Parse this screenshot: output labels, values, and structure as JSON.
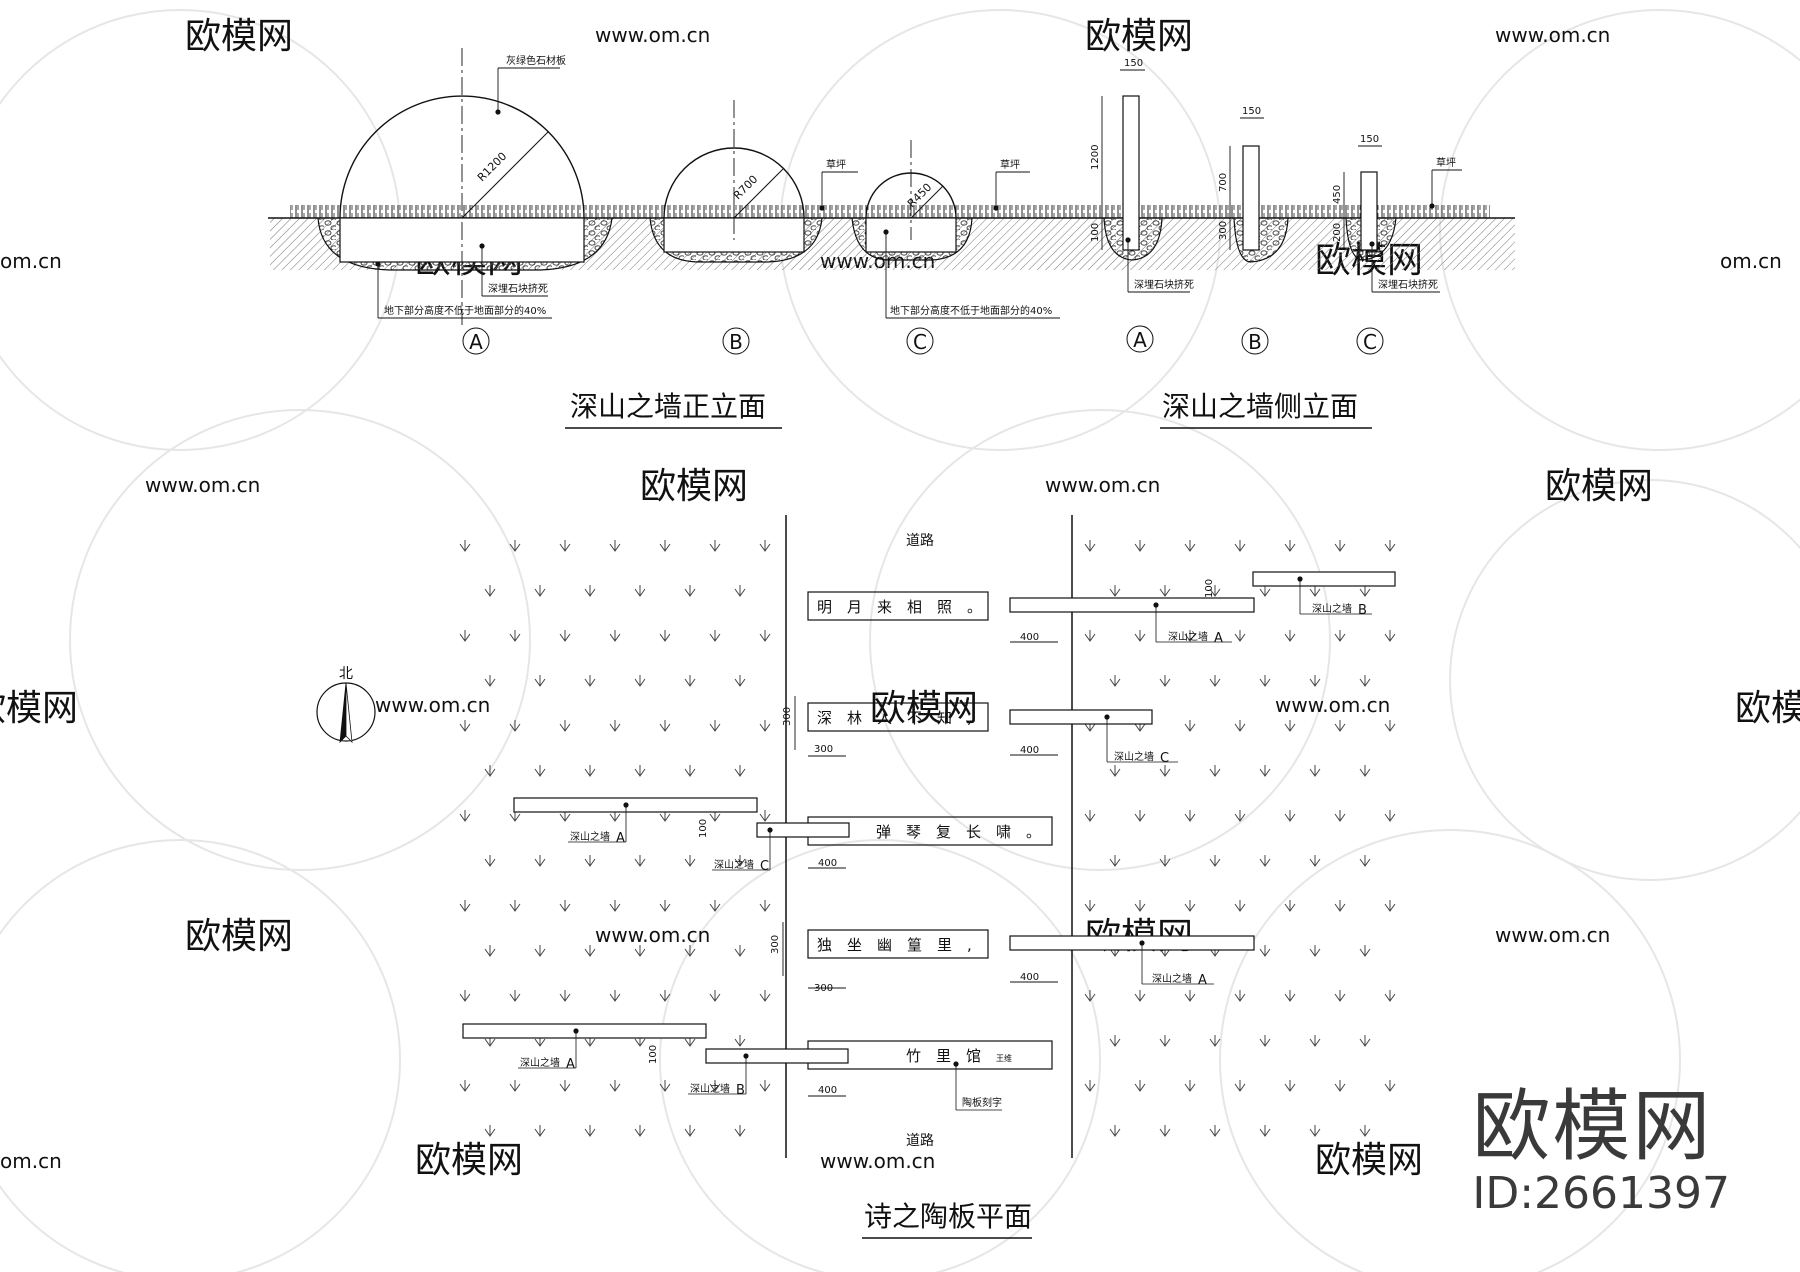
{
  "watermark": {
    "site": "www.om.cn",
    "site_short": "om.cn",
    "brand": "欧模网",
    "brand_partial": "欧模网"
  },
  "brand_corner": {
    "name": "欧模网",
    "id": "ID:2661397"
  },
  "front_elevation": {
    "title": "深山之墙正立面",
    "walls": [
      {
        "label": "A",
        "radius_label": "R1200"
      },
      {
        "label": "B",
        "radius_label": "R700"
      },
      {
        "label": "C",
        "radius_label": "R450"
      }
    ],
    "notes": {
      "material": "灰绿色石材板",
      "grass": "草坪",
      "grass_c": "草坪",
      "buried_stone": "深埋石块挤死",
      "depth_rule_a": "地下部分高度不低于地面部分的40%",
      "depth_rule_c": "地下部分高度不低于地面部分的40%"
    }
  },
  "side_elevation": {
    "title": "深山之墙侧立面",
    "posts": [
      {
        "label": "A",
        "width": "150",
        "height": "1200",
        "depth": "100"
      },
      {
        "label": "B",
        "width": "150",
        "height": "700",
        "depth": "300"
      },
      {
        "label": "C",
        "width": "150",
        "height": "450",
        "depth": "200"
      }
    ],
    "notes": {
      "grass": "草坪",
      "buried_a": "深埋石块挤死",
      "buried_c": "深埋石块挤死"
    }
  },
  "plan": {
    "title": "诗之陶板平面",
    "north": "北",
    "road_top": "道路",
    "road_bottom": "道路",
    "poem_rows": [
      [
        "明",
        "月",
        "来",
        "相",
        "照",
        "。"
      ],
      [
        "深",
        "林",
        "人",
        "不",
        "知",
        ","
      ],
      [
        "弹",
        "琴",
        "复",
        "长",
        "啸",
        "。"
      ],
      [
        "独",
        "坐",
        "幽",
        "篁",
        "里",
        ","
      ],
      [
        "竹",
        "里",
        "馆"
      ]
    ],
    "poem_author": "王维",
    "engrave_note": "陶板刻字",
    "dims": {
      "d400": "400",
      "d300": "300",
      "d100": "100"
    },
    "wall_labels": {
      "a": "深山之墙",
      "a_tag": "A",
      "b": "深山之墙",
      "b_tag": "B",
      "c": "深山之墙",
      "c_tag": "C"
    }
  }
}
